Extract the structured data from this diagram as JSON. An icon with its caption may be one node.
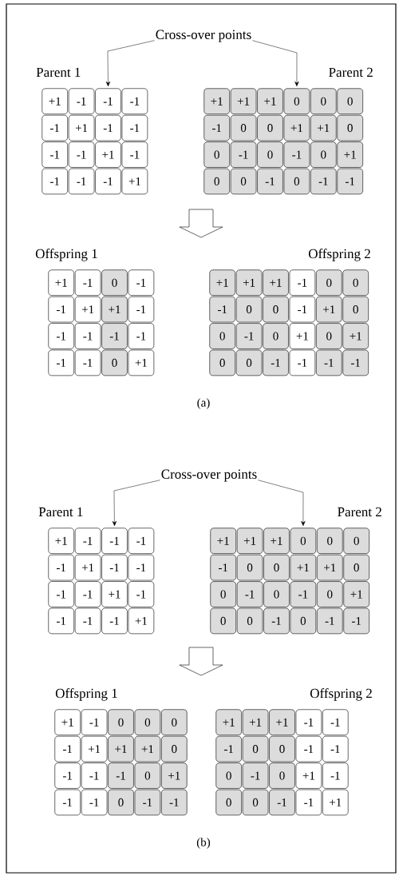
{
  "diagram": {
    "nodes": [
      {
        "text": [
          "Cross-over points"
        ]
      },
      {
        "text": [
          "+1"
        ]
      },
      {
        "text": [
          "-1"
        ]
      },
      {
        "text": [
          "-1"
        ]
      },
      {
        "text": [
          "-1"
        ]
      },
      {
        "text": [
          "-1"
        ]
      },
      {
        "text": [
          "+1"
        ]
      },
      {
        "text": [
          "-1"
        ]
      },
      {
        "text": [
          "-1"
        ]
      },
      {
        "text": [
          "-1"
        ]
      },
      {
        "text": [
          "-1"
        ]
      },
      {
        "text": [
          "+1"
        ]
      },
      {
        "text": [
          "-1"
        ]
      },
      {
        "text": [
          "-1"
        ]
      },
      {
        "text": [
          "-1"
        ]
      },
      {
        "text": [
          "-1"
        ]
      },
      {
        "text": [
          "+1"
        ]
      },
      {
        "text": [
          "+1"
        ]
      },
      {
        "text": [
          "+1"
        ]
      },
      {
        "text": [
          "+1"
        ]
      },
      {
        "text": [
          "0"
        ]
      },
      {
        "text": [
          "0"
        ]
      },
      {
        "text": [
          "0"
        ]
      },
      {
        "text": [
          "-1"
        ]
      },
      {
        "text": [
          "0"
        ]
      },
      {
        "text": [
          "0"
        ]
      },
      {
        "text": [
          "+1"
        ]
      },
      {
        "text": [
          "+1"
        ]
      },
      {
        "text": [
          "0"
        ]
      },
      {
        "text": [
          "0"
        ]
      },
      {
        "text": [
          "-1"
        ]
      },
      {
        "text": [
          "0"
        ]
      },
      {
        "text": [
          "-1"
        ]
      },
      {
        "text": [
          "0"
        ]
      },
      {
        "text": [
          "+1"
        ]
      },
      {
        "text": [
          "0"
        ]
      },
      {
        "text": [
          "0"
        ]
      },
      {
        "text": [
          "-1"
        ]
      },
      {
        "text": [
          "0"
        ]
      },
      {
        "text": [
          "-1"
        ]
      },
      {
        "text": [
          "-1"
        ]
      },
      {
        "text": [
          "+1"
        ]
      },
      {
        "text": [
          "-1"
        ]
      },
      {
        "text": [
          "0"
        ]
      },
      {
        "text": [
          "-1"
        ]
      },
      {
        "text": [
          "-1"
        ]
      },
      {
        "text": [
          "+1"
        ]
      },
      {
        "text": [
          "+1"
        ]
      },
      {
        "text": [
          "-1"
        ]
      },
      {
        "text": [
          "-1"
        ]
      },
      {
        "text": [
          "-1"
        ]
      },
      {
        "text": [
          "-1"
        ]
      },
      {
        "text": [
          "-1"
        ]
      },
      {
        "text": [
          "-1"
        ]
      },
      {
        "text": [
          "-1"
        ]
      },
      {
        "text": [
          "0"
        ]
      },
      {
        "text": [
          "+1"
        ]
      },
      {
        "text": [
          "+1"
        ]
      },
      {
        "text": [
          "+1"
        ]
      },
      {
        "text": [
          "+1"
        ]
      },
      {
        "text": [
          "-1"
        ]
      },
      {
        "text": [
          "0"
        ]
      },
      {
        "text": [
          "0"
        ]
      },
      {
        "text": [
          "-1"
        ]
      },
      {
        "text": [
          "0"
        ]
      },
      {
        "text": [
          "0"
        ]
      },
      {
        "text": [
          "-1"
        ]
      },
      {
        "text": [
          "+1"
        ]
      },
      {
        "text": [
          "0"
        ]
      },
      {
        "text": [
          "0"
        ]
      },
      {
        "text": [
          "-1"
        ]
      },
      {
        "text": [
          "0"
        ]
      },
      {
        "text": [
          "+1"
        ]
      },
      {
        "text": [
          "0"
        ]
      },
      {
        "text": [
          "+1"
        ]
      },
      {
        "text": [
          "0"
        ]
      },
      {
        "text": [
          "0"
        ]
      },
      {
        "text": [
          "-1"
        ]
      },
      {
        "text": [
          "-1"
        ]
      },
      {
        "text": [
          "-1"
        ]
      },
      {
        "text": [
          "-1"
        ]
      },
      {
        "text": [
          "Cross-over points"
        ]
      },
      {
        "text": [
          "+1"
        ]
      },
      {
        "text": [
          "-1"
        ]
      },
      {
        "text": [
          "-1"
        ]
      },
      {
        "text": [
          "-1"
        ]
      },
      {
        "text": [
          "-1"
        ]
      },
      {
        "text": [
          "+1"
        ]
      },
      {
        "text": [
          "-1"
        ]
      },
      {
        "text": [
          "-1"
        ]
      },
      {
        "text": [
          "-1"
        ]
      },
      {
        "text": [
          "-1"
        ]
      },
      {
        "text": [
          "+1"
        ]
      },
      {
        "text": [
          "-1"
        ]
      },
      {
        "text": [
          "-1"
        ]
      },
      {
        "text": [
          "-1"
        ]
      },
      {
        "text": [
          "-1"
        ]
      },
      {
        "text": [
          "+1"
        ]
      },
      {
        "text": [
          "+1"
        ]
      },
      {
        "text": [
          "+1"
        ]
      },
      {
        "text": [
          "+1"
        ]
      },
      {
        "text": [
          "0"
        ]
      },
      {
        "text": [
          "0"
        ]
      },
      {
        "text": [
          "0"
        ]
      },
      {
        "text": [
          "-1"
        ]
      },
      {
        "text": [
          "0"
        ]
      },
      {
        "text": [
          "0"
        ]
      },
      {
        "text": [
          "+1"
        ]
      },
      {
        "text": [
          "+1"
        ]
      },
      {
        "text": [
          "0"
        ]
      },
      {
        "text": [
          "0"
        ]
      },
      {
        "text": [
          "-1"
        ]
      },
      {
        "text": [
          "0"
        ]
      },
      {
        "text": [
          "-1"
        ]
      },
      {
        "text": [
          "0"
        ]
      },
      {
        "text": [
          "+1"
        ]
      },
      {
        "text": [
          "0"
        ]
      },
      {
        "text": [
          "0"
        ]
      },
      {
        "text": [
          "-1"
        ]
      },
      {
        "text": [
          "0"
        ]
      },
      {
        "text": [
          "-1"
        ]
      },
      {
        "text": [
          "-1"
        ]
      },
      {
        "text": [
          "+1"
        ]
      },
      {
        "text": [
          "-1"
        ]
      },
      {
        "text": [
          "0"
        ]
      },
      {
        "text": [
          "0"
        ]
      },
      {
        "text": [
          "0"
        ]
      },
      {
        "text": [
          "-1"
        ]
      },
      {
        "text": [
          "+1"
        ]
      },
      {
        "text": [
          "+1"
        ]
      },
      {
        "text": [
          "+1"
        ]
      },
      {
        "text": [
          "0"
        ]
      },
      {
        "text": [
          "-1"
        ]
      },
      {
        "text": [
          "-1"
        ]
      },
      {
        "text": [
          "-1"
        ]
      },
      {
        "text": [
          "0"
        ]
      },
      {
        "text": [
          "+1"
        ]
      },
      {
        "text": [
          "-1"
        ]
      },
      {
        "text": [
          "-1"
        ]
      },
      {
        "text": [
          "0"
        ]
      },
      {
        "text": [
          "-1"
        ]
      },
      {
        "text": [
          "-1"
        ]
      },
      {
        "text": [
          "+1"
        ]
      },
      {
        "text": [
          "+1"
        ]
      },
      {
        "text": [
          "+1"
        ]
      },
      {
        "text": [
          "-1"
        ]
      },
      {
        "text": [
          "-1"
        ]
      },
      {
        "text": [
          "-1"
        ]
      },
      {
        "text": [
          "0"
        ]
      },
      {
        "text": [
          "0"
        ]
      },
      {
        "text": [
          "-1"
        ]
      },
      {
        "text": [
          "-1"
        ]
      },
      {
        "text": [
          "0"
        ]
      },
      {
        "text": [
          "-1"
        ]
      },
      {
        "text": [
          "0"
        ]
      },
      {
        "text": [
          "+1"
        ]
      },
      {
        "text": [
          "-1"
        ]
      },
      {
        "text": [
          "0"
        ]
      },
      {
        "text": [
          "0"
        ]
      },
      {
        "text": [
          "-1"
        ]
      },
      {
        "text": [
          "-1"
        ]
      },
      {
        "text": [
          "+1"
        ]
      }
    ],
    "edges": [
      {
        "from": 0,
        "to": 3,
        "arrow": "to"
      },
      {
        "from": 0,
        "to": 20,
        "arrow": "to"
      },
      {
        "from": 81,
        "to": 84,
        "arrow": "to"
      },
      {
        "from": 81,
        "to": 101,
        "arrow": "to"
      }
    ],
    "labels": [
      "Parent 1",
      "Parent 2",
      "Offspring 1",
      "Offspring 2",
      "(a)",
      "Parent 1",
      "Parent 2",
      "Offspring 1",
      "Offspring 2",
      "(b)"
    ]
  }
}
